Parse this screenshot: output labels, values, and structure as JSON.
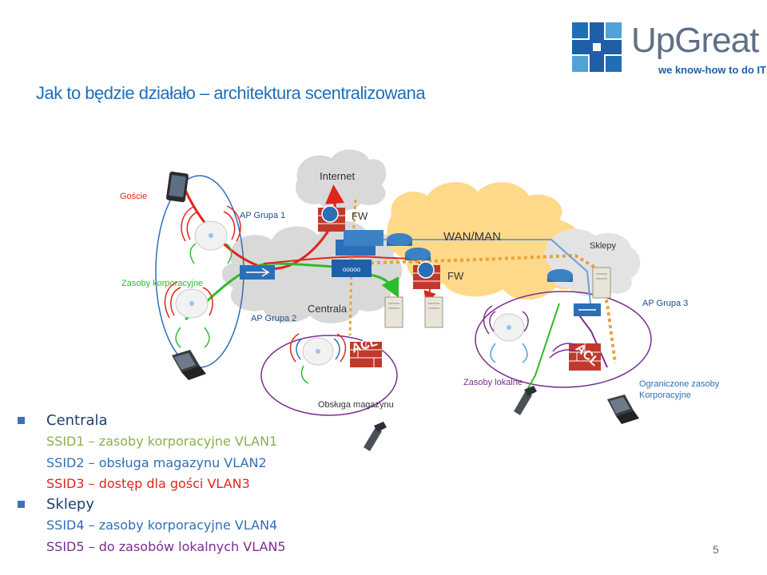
{
  "slide": {
    "title": "Jak to będzie działało – architektura scentralizowana",
    "page_number": "5"
  },
  "logo": {
    "name": "UpGreat",
    "tagline": "we know-how to do IT"
  },
  "diagram": {
    "labels": {
      "internet": "Internet",
      "fw_top": "FW",
      "wan_man": "WAN/MAN",
      "fw_mid": "FW",
      "sklepy": "Sklepy",
      "goscie": "Goście",
      "ap_grupa_1": "AP Grupa 1",
      "zasoby_korporacyjne": "Zasoby korporacyjne",
      "ap_grupa_2": "AP Grupa 2",
      "centrala": "Centrala",
      "ap_grupa_3": "AP Grupa 3",
      "acl_1": "ACL",
      "acl_2": "ACL",
      "obsluga_magazynu": "Obsługa magazynu",
      "zasoby_lokalne": "Zasoby lokalne",
      "ograniczone_line1": "Ograniczone zasoby",
      "ograniczone_line2": "Korporacyjne"
    },
    "colors": {
      "red": "#e0251b",
      "blue": "#1f4e8c",
      "green": "#2dbb2d",
      "orange_dotted": "#e8a33a",
      "cloud": "#d9d9d9",
      "orange_cloud": "#ffd98a",
      "device_blue": "#2a6fb8"
    }
  },
  "bullets": [
    {
      "level": 1,
      "text": "Centrala",
      "color": "#1f3f6e"
    },
    {
      "level": 2,
      "text": "SSID1 – zasoby korporacyjne VLAN1",
      "color": "#8ab04a"
    },
    {
      "level": 2,
      "text": "SSID2 – obsługa magazynu VLAN2",
      "color": "#2f6fb6"
    },
    {
      "level": 2,
      "text": "SSID3 – dostęp dla gości VLAN3",
      "color": "#e0251b"
    },
    {
      "level": 1,
      "text": "Sklepy",
      "color": "#1f3f6e"
    },
    {
      "level": 2,
      "text": "SSID4 – zasoby korporacyjne VLAN4",
      "color": "#2f6fb6"
    },
    {
      "level": 2,
      "text": "SSID5 – do zasobów lokalnych VLAN5",
      "color": "#7a2f8f"
    }
  ]
}
